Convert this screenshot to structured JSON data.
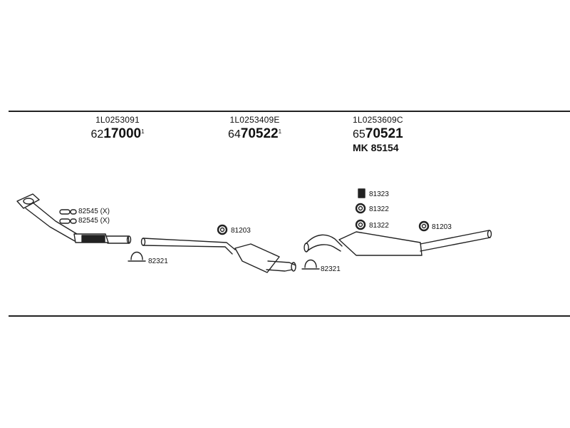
{
  "groups": [
    {
      "oem": "1L0253091",
      "prefix": "62",
      "number": "17000",
      "mark": "1"
    },
    {
      "oem": "1L0253409E",
      "prefix": "64",
      "number": "70522",
      "mark": "1"
    },
    {
      "oem": "1L0253609C",
      "prefix": "65",
      "number": "70521",
      "mark": "",
      "kit": "MK 85154"
    }
  ],
  "parts": {
    "clamp_a": "82545 (X)",
    "clamp_b": "82545 (X)",
    "u_clamp_1": "82321",
    "ring_1": "81203",
    "u_clamp_2": "82321",
    "mount_1": "81323",
    "ring_2": "81322",
    "ring_3": "81322",
    "ring_4": "81203"
  }
}
